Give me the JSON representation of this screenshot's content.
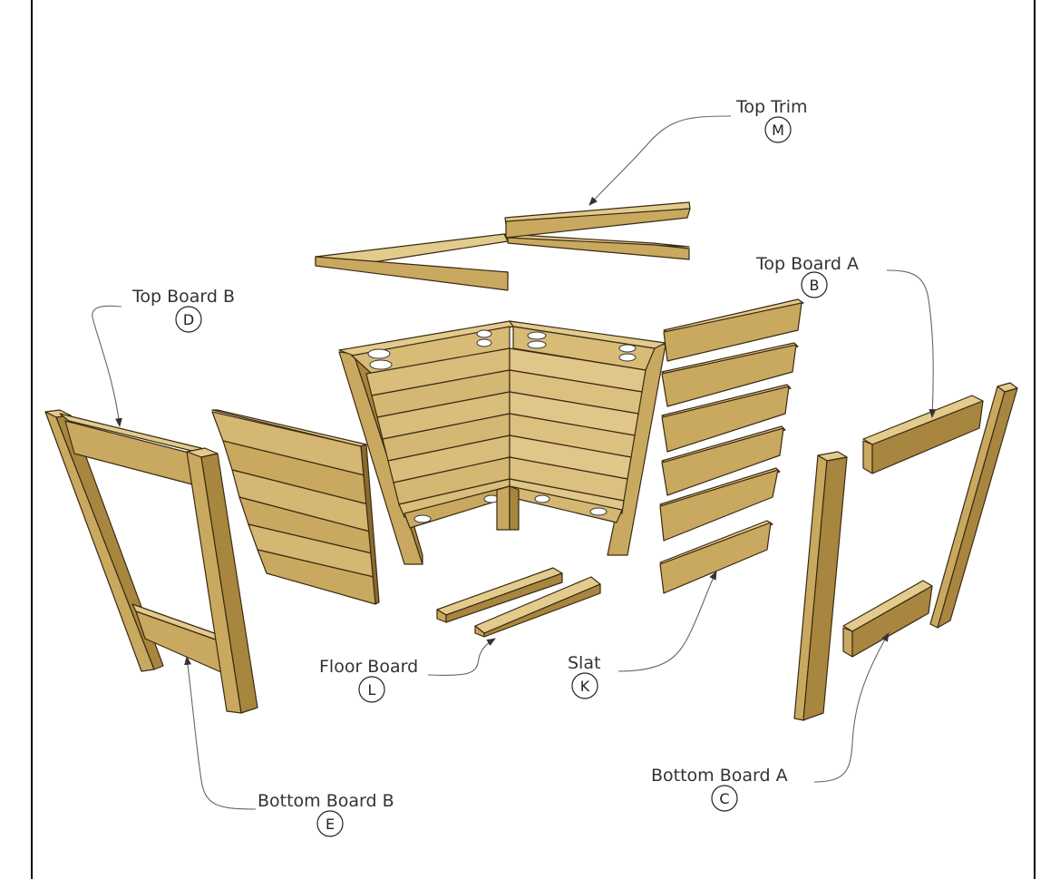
{
  "colors": {
    "wood_top": "#e3cb8d",
    "wood_face": "#c9a95f",
    "wood_side": "#a8863f",
    "wood_dark": "#8b6a2c",
    "outline": "#3a2a12",
    "leader": "#666666"
  },
  "parts": [
    {
      "id": "top-trim",
      "name": "Top Trim",
      "letter": "M"
    },
    {
      "id": "top-board-a",
      "name": "Top Board A",
      "letter": "B"
    },
    {
      "id": "top-board-b",
      "name": "Top Board B",
      "letter": "D"
    },
    {
      "id": "floor-board",
      "name": "Floor Board",
      "letter": "L"
    },
    {
      "id": "slat",
      "name": "Slat",
      "letter": "K"
    },
    {
      "id": "bottom-board-a",
      "name": "Bottom Board A",
      "letter": "C"
    },
    {
      "id": "bottom-board-b",
      "name": "Bottom Board B",
      "letter": "E"
    }
  ]
}
